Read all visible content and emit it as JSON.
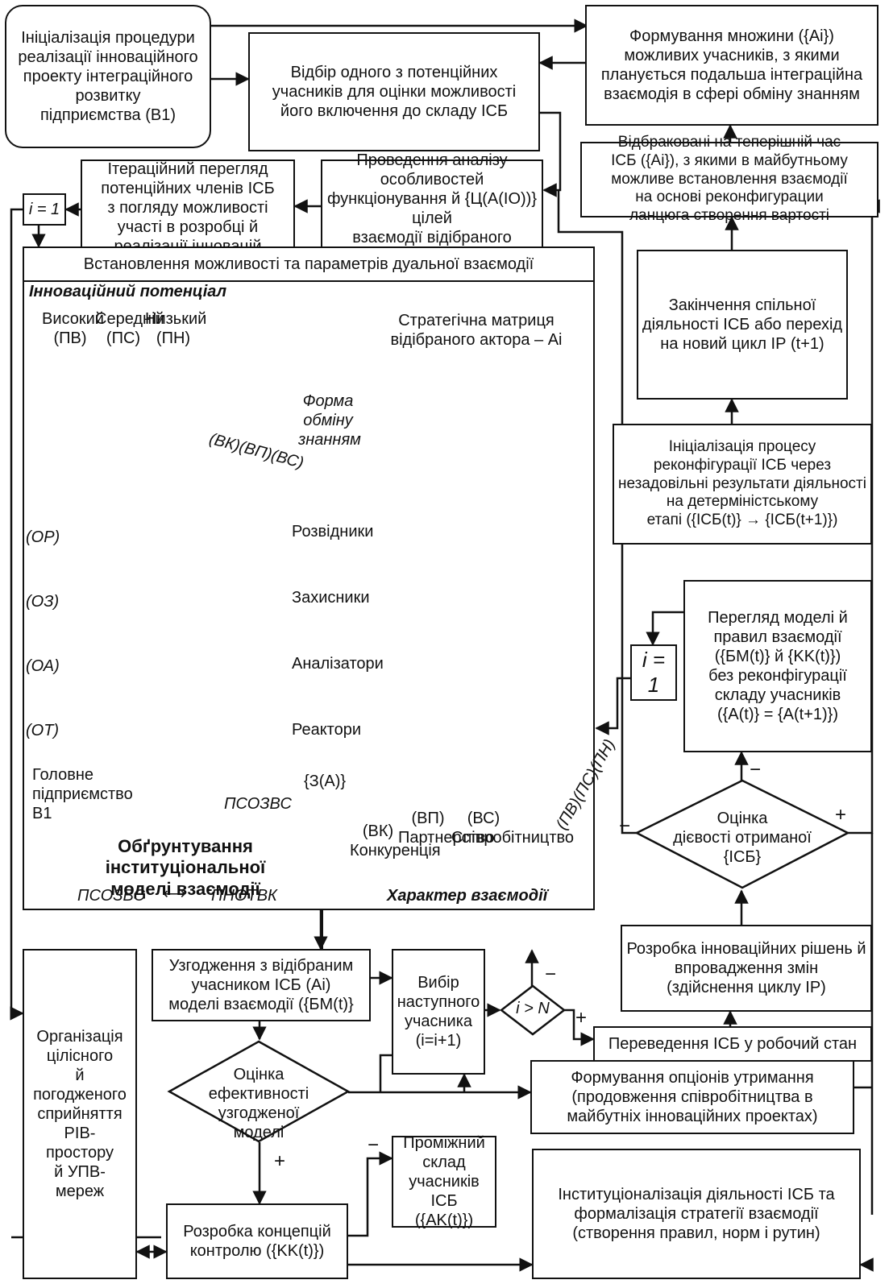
{
  "boxes": {
    "init": "Ініціалізація процедури\nреалізації інноваційного проекту інтеграційного розвитку\nпідприємства (B1)",
    "select": "Відбір одного з потенційних\nучасників для оцінки можливості\nйого включення до складу ІСБ",
    "form_set": "Формування множини ({Ai}) можливих учасників, з якими планується подальша інтеграційна\nвзаємодія в сфері обміну знанням",
    "iterative": "Ітераційний перегляд\nпотенційних членів ІСБ\nз погляду можливості\nучасті в розробці й\nреалізації інновацій",
    "analysis": "Проведення аналізу особливостей функціонування й {Ц(A(IO))}цілей\nвзаємодії відібраного\nучасника ІСБ",
    "rejected": "Відбраковані на теперішній час\nІСБ ({Ai}), з якими в майбутньому\nможливе встановлення взаємодії\nна основі реконфигурации\nланцюга створення вартості",
    "i1_top": "i = 1",
    "end": "Закінчення спільної діяльності ІСБ або перехід\nна новий цикл ІР (t+1)",
    "reconfig": "Ініціалізація процесу реконфігурації ІСБ через незадовільні результати діяльності на детерміністському\nетапі ({ІСБ(t)} → {ІСБ(t+1)})",
    "review": "Перегляд моделі й\nправил взаємодії\n({БМ(t)} й {KK(t)})\nбез реконфігурації\nскладу учасників\n({A(t)} = {A(t+1)})",
    "i1_right": "i = 1",
    "develop": "Розробка інноваційних рішень й впровадження змін\n(здійснення циклу ІР)",
    "transfer": "Переведення ІСБ у робочий стан",
    "agree": "Узгодження з відібраним\nучасником ІСБ (Ai)\nмоделі взаємодії ({БМ(t)}",
    "next": "Вибір наступного\nучасника\n(i=i+1)",
    "options": "Формування опціонів утримання\n(продовження співробітництва в\nмайбутніх інноваційних проектах)",
    "org": "Організація\nцілісного\nй погодженого\nсприйняття\nРІВ-\nпростору\nй УПВ-\nмереж",
    "interim": "Проміжний\nсклад учасників ІСБ\n({AK(t)})",
    "institution": "Інституціоналізація діяльності ІСБ та\nформалізація стратегії взаємодії\n(створення правил, норм і рутин)",
    "control": "Розробка концепцій\nконтролю ({KK(t)})"
  },
  "diamonds": {
    "eval_right": "Оцінка\nдієвості отриманої\n{ІСБ}",
    "eval_left": "Оцінка\nефективності узгодженої\nмоделі",
    "cond": "i > N"
  },
  "signs": {
    "minus": "−",
    "plus": "+"
  },
  "big_frame": {
    "title": "Встановлення можливості та параметрів дуальної взаємодії",
    "innov_potential": "Інноваційний потенціал",
    "levels": [
      "Високий\n(ПВ)",
      "Середній\n(ПС)",
      "Низький\n(ПН)"
    ],
    "orgs": [
      "(ОР)",
      "(ОЗ)",
      "(ОА)",
      "(ОТ)"
    ],
    "b_labels": "(ВК)(ВП)(ВС)",
    "form_exchange": "Форма\nобміну\nзнанням",
    "roles": [
      "Розвідники",
      "Захисники",
      "Аналізатори",
      "Реактори"
    ],
    "z_a": "{З(A)}",
    "strategic": "Стратегічна матриця\nвідібраного актора – Ai",
    "main_ent": "Головне\nпідприємство B1",
    "pc_label": "ПСОЗВС",
    "justification": "Обґрунтування\nінституціональної\nмоделі взаємодії",
    "formula_left": "ПСОЗВС",
    "formula_arrow": "⟷",
    "formula_right": "ПНОТВК",
    "inter_types": [
      "(ВК)\nКонкуренція",
      "(ВП)\nПартнерство",
      "(ВС)\nСпівробітництво"
    ],
    "char_inter": "Характер взаємодії",
    "right_levels": "(ПВ)(ПС)(ПН)"
  }
}
